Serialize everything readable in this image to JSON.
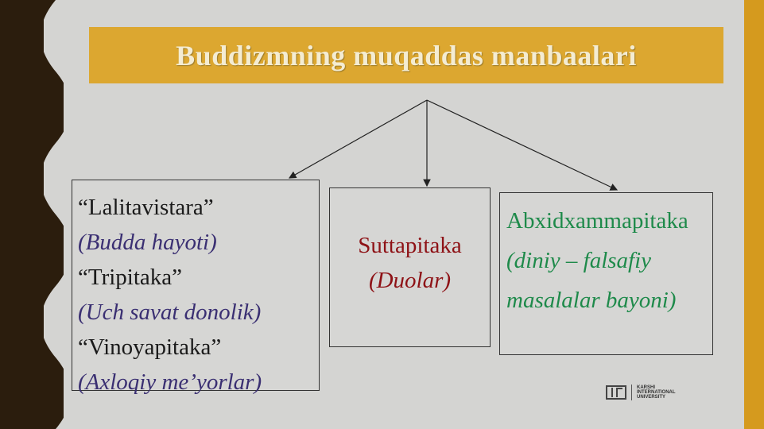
{
  "title": "Buddizmning muqaddas manbaalari",
  "colors": {
    "title_band": "#dca730",
    "slide_bg": "#d4d4d2",
    "accent_bar": "#d59a1e",
    "red_text": "#8e1216",
    "green_text": "#1e8a4a",
    "purple_text": "#3a2f72"
  },
  "left_box": {
    "lines": [
      "“Lalitavistara”",
      "(Budda hayoti)",
      "“Tripitaka”",
      "(Uch savat donolik)",
      "“Vinoyapitaka”",
      "(Axloqiy me’yorlar)"
    ]
  },
  "middle_box": {
    "heading": "Suttapitaka",
    "subtitle": "(Duolar)"
  },
  "right_box": {
    "heading": "Abxidxammapitaka",
    "subtitle_line1": "(diniy – falsafiy",
    "subtitle_line2": "masalalar bayoni)"
  },
  "logo": {
    "line1": "KARSHI",
    "line2": "INTERNATIONAL",
    "line3": "UNIVERSITY"
  }
}
